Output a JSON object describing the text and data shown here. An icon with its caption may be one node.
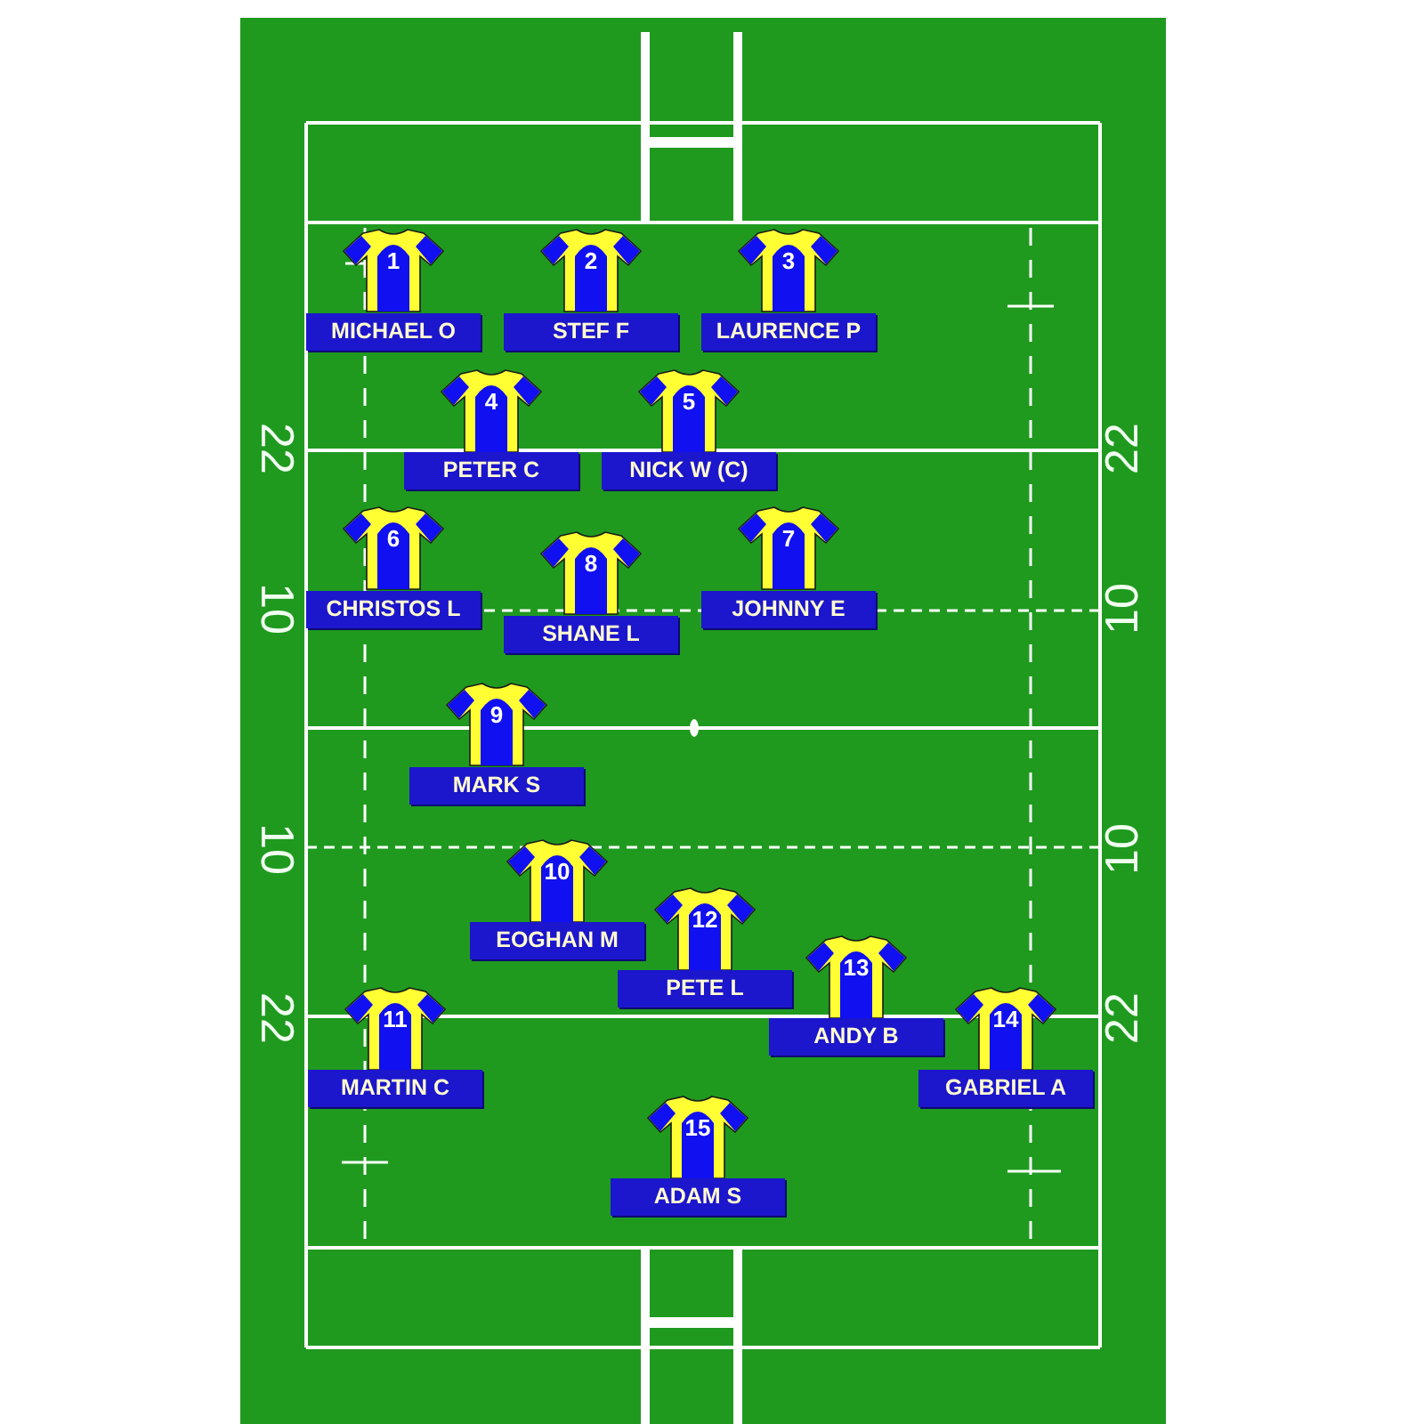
{
  "diagram": {
    "nodes": [
      {
        "text": [
          "1"
        ]
      },
      {
        "text": [
          "MICHAEL O"
        ]
      },
      {
        "text": [
          "2"
        ]
      },
      {
        "text": [
          "STEF F"
        ]
      },
      {
        "text": [
          "3"
        ]
      },
      {
        "text": [
          "LAURENCE P"
        ]
      },
      {
        "text": [
          "4"
        ]
      },
      {
        "text": [
          "PETER C"
        ]
      },
      {
        "text": [
          "5"
        ]
      },
      {
        "text": [
          "NICK W (C)"
        ]
      },
      {
        "text": [
          "6"
        ]
      },
      {
        "text": [
          "CHRISTOS L"
        ]
      },
      {
        "text": [
          "8"
        ]
      },
      {
        "text": [
          "SHANE L"
        ]
      },
      {
        "text": [
          "7"
        ]
      },
      {
        "text": [
          "JOHNNY E"
        ]
      },
      {
        "text": [
          "9"
        ]
      },
      {
        "text": [
          "MARK S"
        ]
      },
      {
        "text": [
          "10"
        ]
      },
      {
        "text": [
          "EOGHAN M"
        ]
      },
      {
        "text": [
          "12"
        ]
      },
      {
        "text": [
          "PETE L"
        ]
      },
      {
        "text": [
          "13"
        ]
      },
      {
        "text": [
          "ANDY B"
        ]
      },
      {
        "text": [
          "11"
        ]
      },
      {
        "text": [
          "MARTIN C"
        ]
      },
      {
        "text": [
          "14"
        ]
      },
      {
        "text": [
          "GABRIEL A"
        ]
      },
      {
        "text": [
          "15"
        ]
      },
      {
        "text": [
          "ADAM S"
        ]
      }
    ],
    "labels": [
      "22",
      "22",
      "10",
      "10",
      "10",
      "10",
      "22",
      "22"
    ]
  }
}
